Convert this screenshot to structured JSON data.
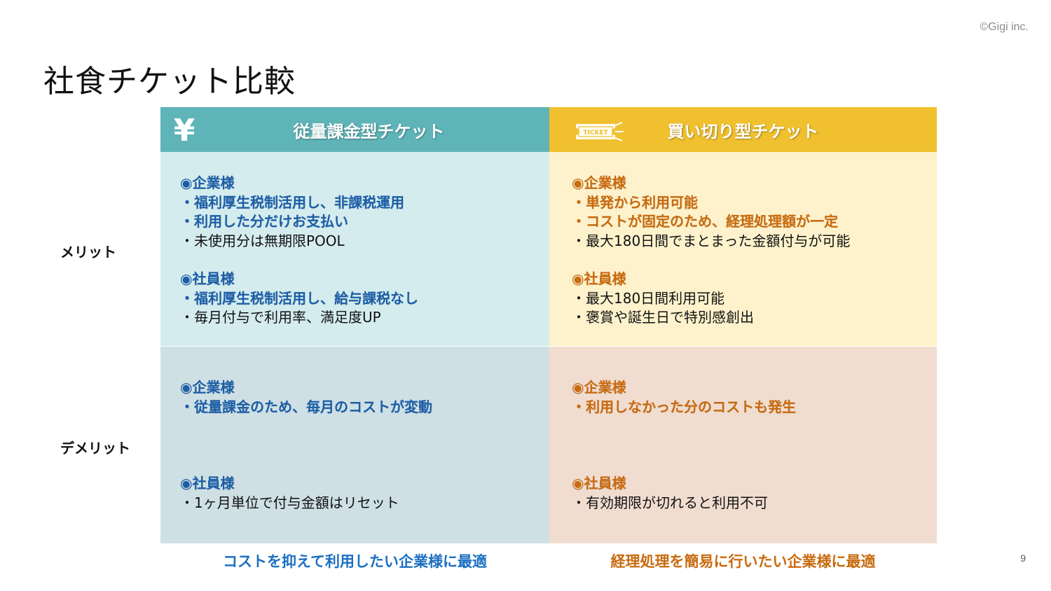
{
  "copyright": "©Gigi inc.",
  "title": "社食チケット比較",
  "page_number": "9",
  "row_labels": {
    "merit": "メリット",
    "demerit": "デメリット"
  },
  "columns": [
    {
      "header": "従量課金型チケット",
      "icon": "yen-icon",
      "color": "#5fb4b8"
    },
    {
      "header": "買い切り型チケット",
      "icon": "ticket-icon",
      "color": "#f0c02e"
    }
  ],
  "ticket_icon_text": "TICKET",
  "yen_symbol": "¥",
  "cells": {
    "merit_left": {
      "company_heading": "◉企業様",
      "company_lines": [
        "・福利厚生税制活用し、非課税運用",
        "・利用した分だけお支払い",
        "・未使用分は無期限POOL"
      ],
      "employee_heading": "◉社員様",
      "employee_lines": [
        "・福利厚生税制活用し、給与課税なし",
        "・毎月付与で利用率、満足度UP"
      ]
    },
    "merit_right": {
      "company_heading": "◉企業様",
      "company_lines": [
        "・単発から利用可能",
        "・コストが固定のため、経理処理額が一定",
        "・最大180日間でまとまった金額付与が可能"
      ],
      "employee_heading": "◉社員様",
      "employee_lines": [
        "・最大180日間利用可能",
        "・褒賞や誕生日で特別感創出"
      ]
    },
    "demerit_left": {
      "company_heading": "◉企業様",
      "company_lines": [
        "・従量課金のため、毎月のコストが変動"
      ],
      "employee_heading": "◉社員様",
      "employee_lines": [
        "・1ヶ月単位で付与金額はリセット"
      ]
    },
    "demerit_right": {
      "company_heading": "◉企業様",
      "company_lines": [
        "・利用しなかった分のコストも発生"
      ],
      "employee_heading": "◉社員様",
      "employee_lines": [
        "・有効期限が切れると利用不可"
      ]
    }
  },
  "footers": {
    "left": "コストを抑えて利用したい企業様に最適",
    "right": "経理処理を簡易に行いたい企業様に最適"
  }
}
